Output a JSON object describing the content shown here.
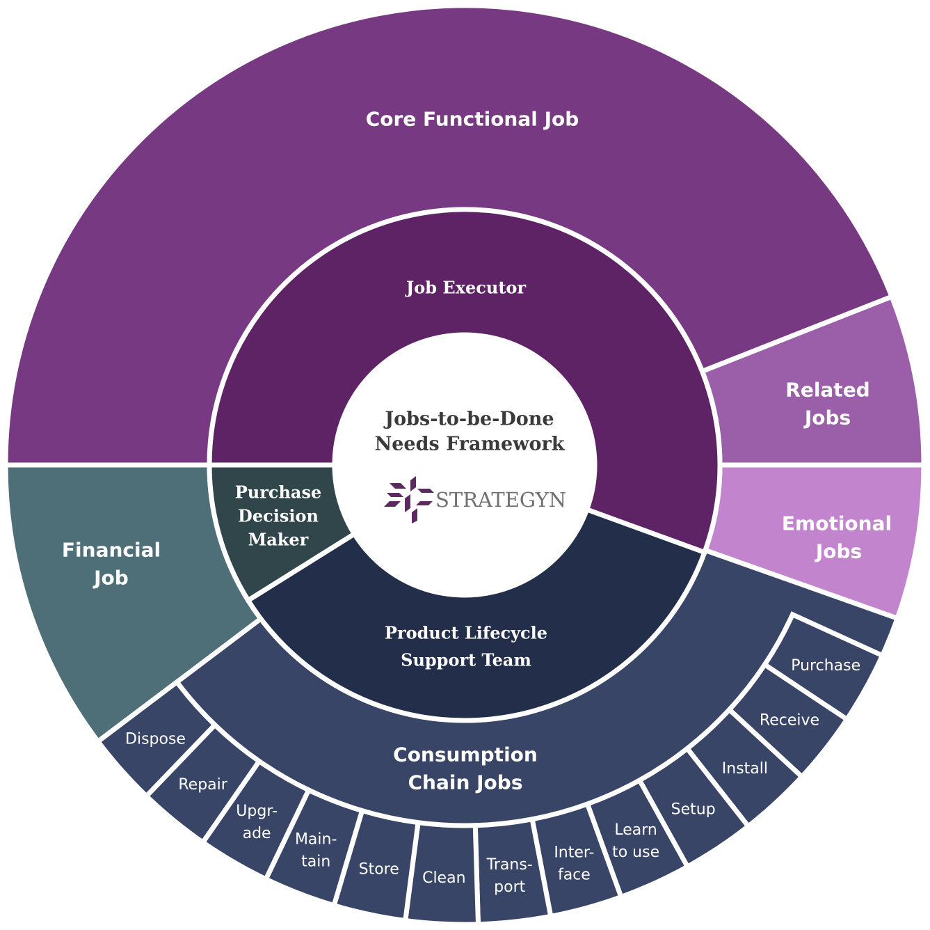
{
  "colors": {
    "core": "#773a82",
    "related": "#9b5ea8",
    "emotional": "#c184cd",
    "consumption": "#384566",
    "financial": "#4e6f77",
    "executor": "#5e2365",
    "purchaser": "#30464a",
    "support": "#232e4a",
    "center_text": "#3a3a3a",
    "logo": "#5b2a61"
  },
  "center": {
    "title_line1": "Jobs-to-be-Done",
    "title_line2": "Needs Framework",
    "logo_text": "STRATEGYN"
  },
  "inner_ring": {
    "job_executor": "Job Executor",
    "purchase_decision_maker": [
      "Purchase",
      "Decision",
      "Maker"
    ],
    "product_lifecycle_support_team": [
      "Product Lifecycle",
      "Support Team"
    ]
  },
  "outer_ring": {
    "core_functional_job": "Core Functional Job",
    "related_jobs": [
      "Related",
      "Jobs"
    ],
    "emotional_jobs": [
      "Emotional",
      "Jobs"
    ],
    "financial_job": [
      "Financial",
      "Job"
    ],
    "consumption_chain_jobs": [
      "Consumption",
      "Chain Jobs"
    ]
  },
  "consumption_chain_steps": [
    [
      "Purchase"
    ],
    [
      "Receive"
    ],
    [
      "Install"
    ],
    [
      "Setup"
    ],
    [
      "Learn",
      "to use"
    ],
    [
      "Inter-",
      "face"
    ],
    [
      "Trans-",
      "port"
    ],
    [
      "Clean"
    ],
    [
      "Store"
    ],
    [
      "Main-",
      "tain"
    ],
    [
      "Upgr-",
      "ade"
    ],
    [
      "Repair"
    ],
    [
      "Dispose"
    ]
  ]
}
